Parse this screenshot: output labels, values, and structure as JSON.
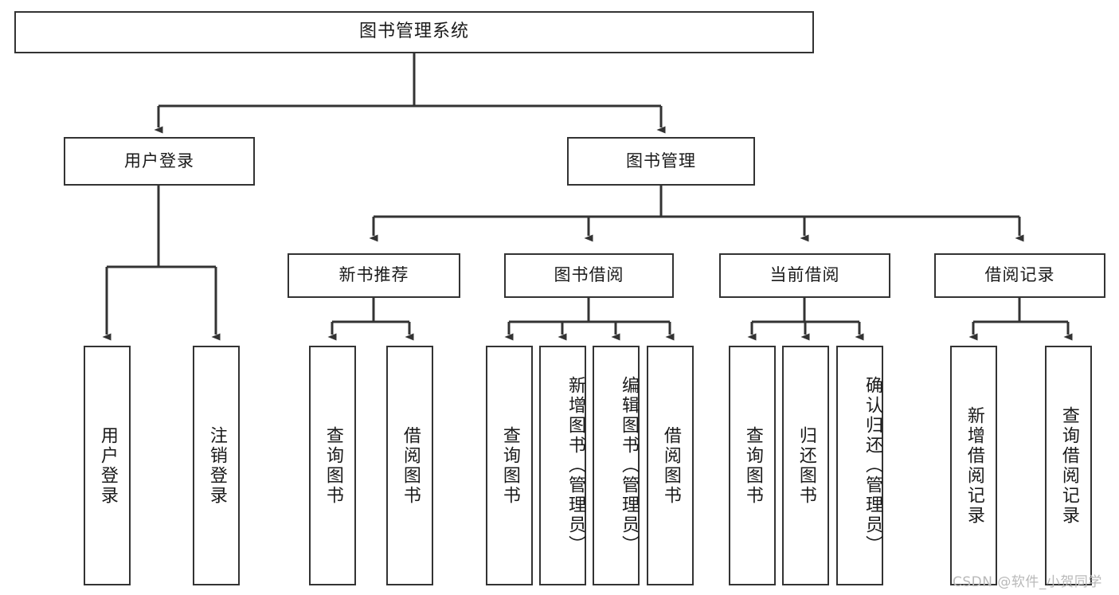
{
  "diagram": {
    "type": "tree-hierarchy",
    "title": "图书管理系统",
    "watermark": "CSDN @软件_小贺同学",
    "colors": {
      "border": "#333333",
      "background": "#ffffff",
      "text": "#1a1a1a",
      "watermark": "#b9b9b9"
    },
    "nodes": {
      "root": {
        "label": "图书管理系统",
        "level": 0
      },
      "level1": [
        {
          "id": "user-login",
          "label": "用户登录"
        },
        {
          "id": "book-manage",
          "label": "图书管理"
        }
      ],
      "level2": [
        {
          "id": "new-book-rec",
          "label": "新书推荐",
          "parent": "book-manage"
        },
        {
          "id": "book-borrow",
          "label": "图书借阅",
          "parent": "book-manage"
        },
        {
          "id": "current-borrow",
          "label": "当前借阅",
          "parent": "book-manage"
        },
        {
          "id": "borrow-record",
          "label": "借阅记录",
          "parent": "book-manage"
        }
      ],
      "leaves": [
        {
          "id": "leaf-user-login",
          "label": "用户登录",
          "parent": "user-login"
        },
        {
          "id": "leaf-user-logout",
          "label": "注销登录",
          "parent": "user-login"
        },
        {
          "id": "leaf-query-book-1",
          "label": "查询图书",
          "parent": "new-book-rec"
        },
        {
          "id": "leaf-borrow-book-1",
          "label": "借阅图书",
          "parent": "new-book-rec"
        },
        {
          "id": "leaf-query-book-2",
          "label": "查询图书",
          "parent": "book-borrow"
        },
        {
          "id": "leaf-add-book",
          "label": "新增图书（管理员）",
          "parent": "book-borrow"
        },
        {
          "id": "leaf-edit-book",
          "label": "编辑图书（管理员）",
          "parent": "book-borrow"
        },
        {
          "id": "leaf-borrow-book-2",
          "label": "借阅图书",
          "parent": "book-borrow"
        },
        {
          "id": "leaf-query-book-3",
          "label": "查询图书",
          "parent": "current-borrow"
        },
        {
          "id": "leaf-return-book",
          "label": "归还图书",
          "parent": "current-borrow"
        },
        {
          "id": "leaf-confirm-return",
          "label": "确认归还（管理员）",
          "parent": "current-borrow"
        },
        {
          "id": "leaf-add-record",
          "label": "新增借阅记录",
          "parent": "borrow-record"
        },
        {
          "id": "leaf-query-record",
          "label": "查询借阅记录",
          "parent": "borrow-record"
        }
      ]
    }
  }
}
